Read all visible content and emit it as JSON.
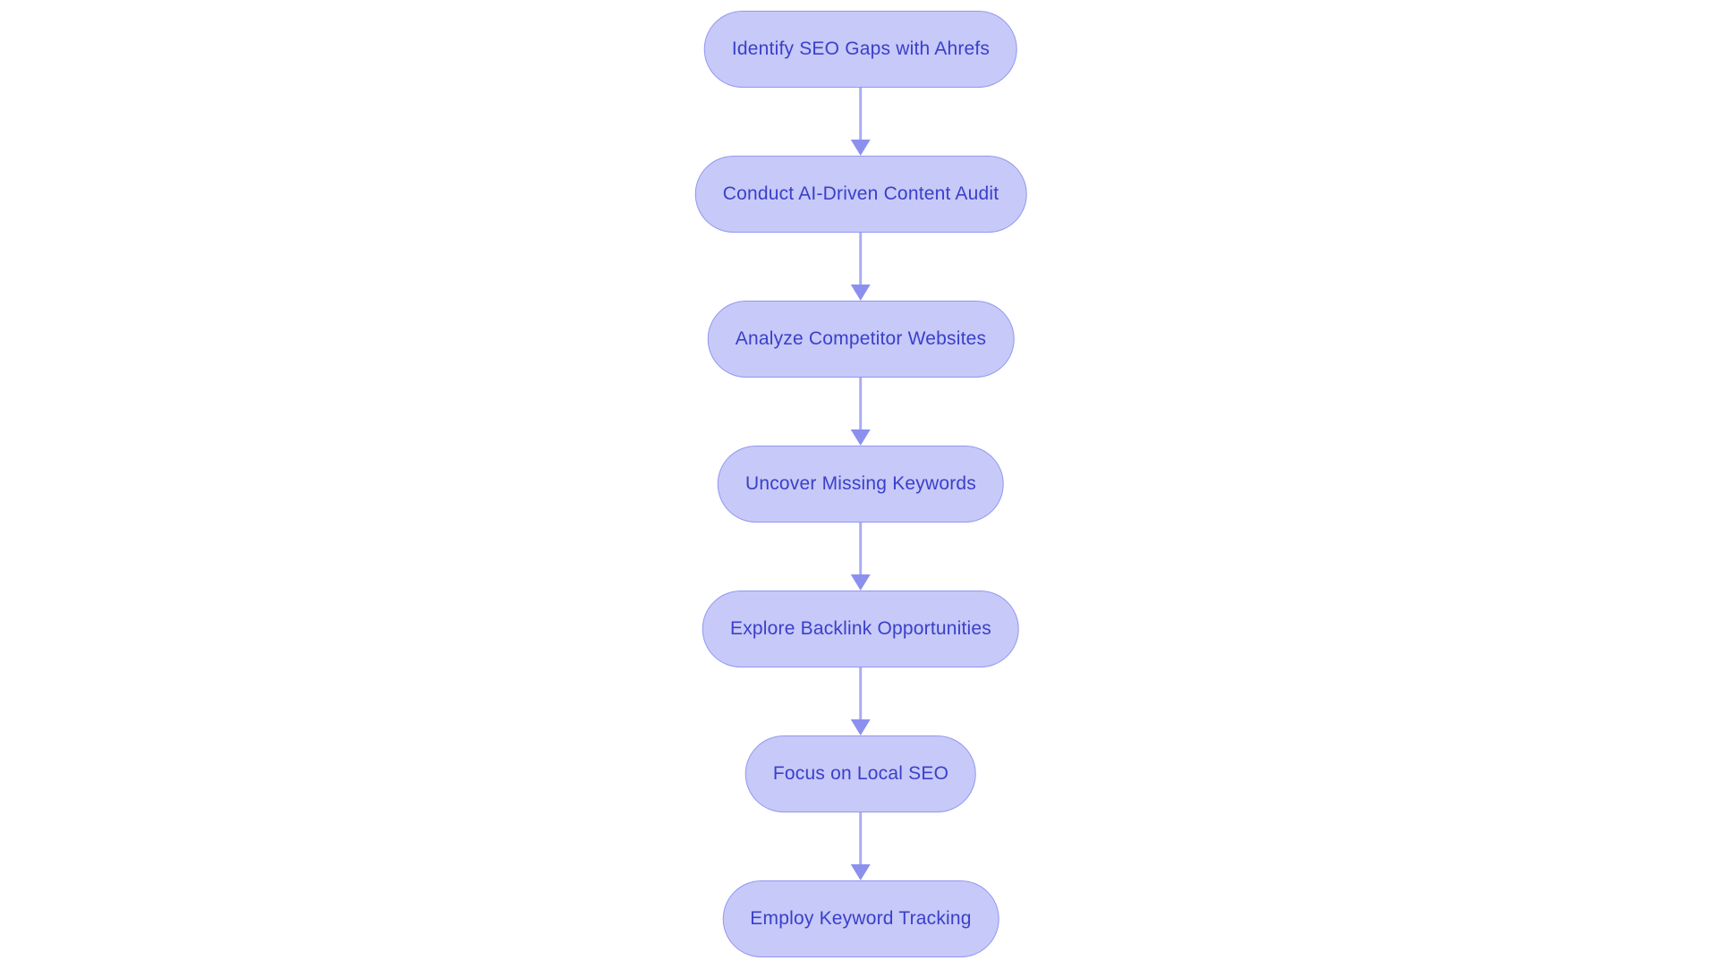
{
  "background": "#ffffff",
  "colors": {
    "node_fill": "#c7c9f8",
    "node_border": "#9297f0",
    "node_text": "#3a40c9",
    "arrow_line": "#a9adf4",
    "arrow_head": "#8b90ee"
  },
  "flowchart": {
    "type": "vertical-flow",
    "nodes": [
      {
        "label": "Identify SEO Gaps with Ahrefs"
      },
      {
        "label": "Conduct AI-Driven Content Audit"
      },
      {
        "label": "Analyze Competitor Websites"
      },
      {
        "label": "Uncover Missing Keywords"
      },
      {
        "label": "Explore Backlink Opportunities"
      },
      {
        "label": "Focus on Local SEO"
      },
      {
        "label": "Employ Keyword Tracking"
      }
    ]
  }
}
